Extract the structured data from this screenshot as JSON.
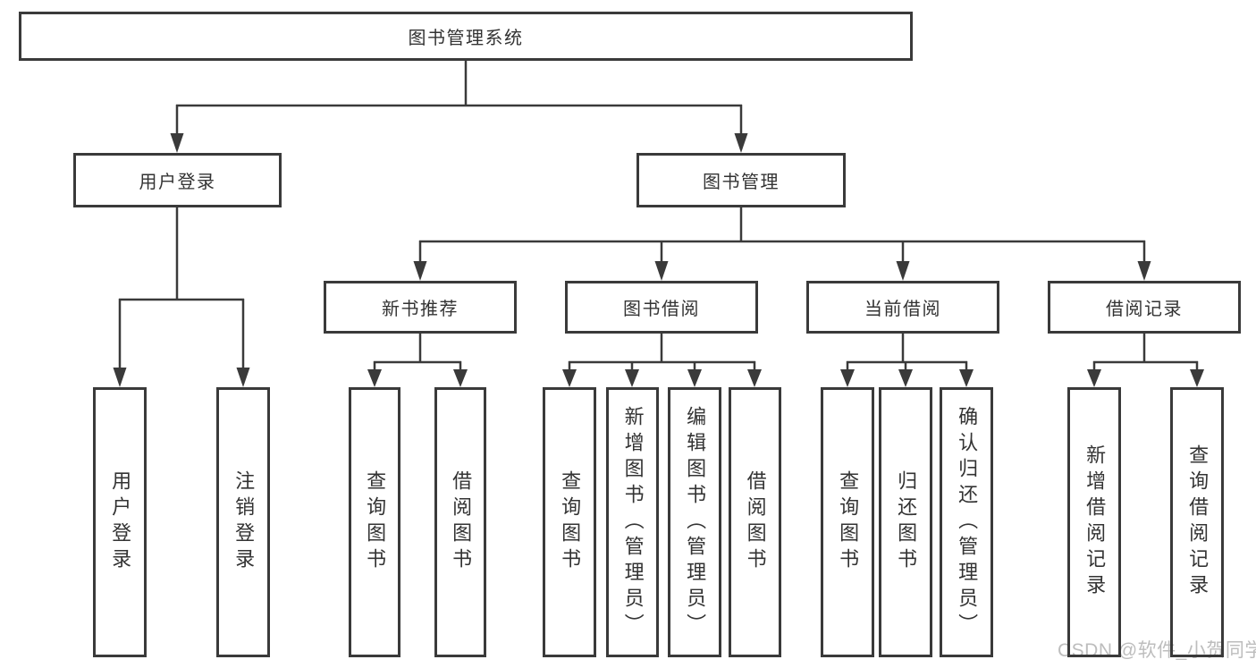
{
  "meta": {
    "watermark": "CSDN @软件_小贺同学"
  },
  "colors": {
    "line": "#3a3a3a",
    "box_border": "#3a3a3a",
    "text": "#333333",
    "watermark": "#bdbdbd",
    "background": "#ffffff"
  },
  "tree": {
    "root": {
      "label": "图书管理系统",
      "children": [
        {
          "label": "用户登录",
          "children": [
            {
              "label": "用户登录"
            },
            {
              "label": "注销登录"
            }
          ]
        },
        {
          "label": "图书管理",
          "children": [
            {
              "label": "新书推荐",
              "children": [
                {
                  "label": "查询图书"
                },
                {
                  "label": "借阅图书"
                }
              ]
            },
            {
              "label": "图书借阅",
              "children": [
                {
                  "label": "查询图书"
                },
                {
                  "label": "新增图书（管理员）"
                },
                {
                  "label": "编辑图书（管理员）"
                },
                {
                  "label": "借阅图书"
                }
              ]
            },
            {
              "label": "当前借阅",
              "children": [
                {
                  "label": "查询图书"
                },
                {
                  "label": "归还图书"
                },
                {
                  "label": "确认归还（管理员）"
                }
              ]
            },
            {
              "label": "借阅记录",
              "children": [
                {
                  "label": "新增借阅记录"
                },
                {
                  "label": "查询借阅记录"
                }
              ]
            }
          ]
        }
      ]
    }
  }
}
